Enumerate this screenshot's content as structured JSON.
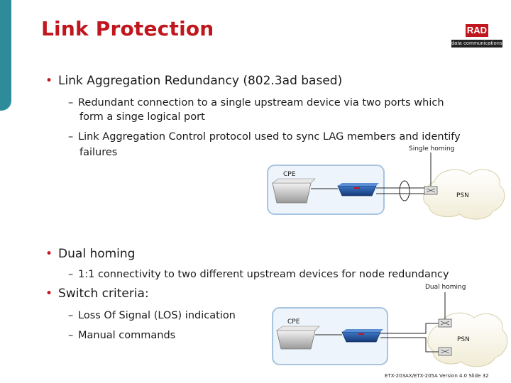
{
  "slide": {
    "title": "Link Protection",
    "logo": {
      "brand": "RAD",
      "tagline": "data communications"
    },
    "bullets": [
      {
        "text": "Link Aggregation Redundancy (802.3ad based)",
        "sub": [
          "Redundant connection to a single upstream device via two ports which",
          "form a singe logical port",
          "Link Aggregation Control protocol used to sync LAG members and identify",
          "failures"
        ]
      },
      {
        "text": "Dual homing",
        "sub": [
          "1:1 connectivity to two different upstream devices for node redundancy"
        ]
      },
      {
        "text": "Switch criteria:",
        "sub": [
          "Loss Of Signal (LOS) indication",
          "Manual commands"
        ]
      }
    ],
    "diagram1": {
      "caption": "Single homing",
      "cpe": "CPE",
      "network": "PSN"
    },
    "diagram2": {
      "caption": "Dual homing",
      "cpe": "CPE",
      "network": "PSN"
    },
    "footer": "ETX-203AX/ETX-205A Version 4.0   Slide 32",
    "colors": {
      "accent": "#c0161d",
      "bar": "#2e8b9a",
      "diagram_border": "#a8c4de",
      "diagram_fill": "#eef4fb"
    }
  }
}
